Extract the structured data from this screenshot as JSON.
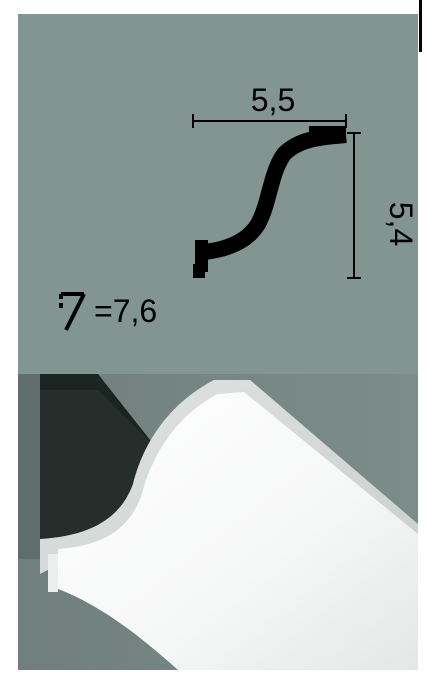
{
  "dimensions": {
    "width_label": "5,5",
    "height_label": "5,4",
    "angle_label": "=7,6"
  },
  "icons": {
    "angle": "angle-icon",
    "profile": "moulding-profile-icon"
  },
  "colors": {
    "background": "#829591",
    "profile": "#000000",
    "moulding": "#ffffff"
  }
}
